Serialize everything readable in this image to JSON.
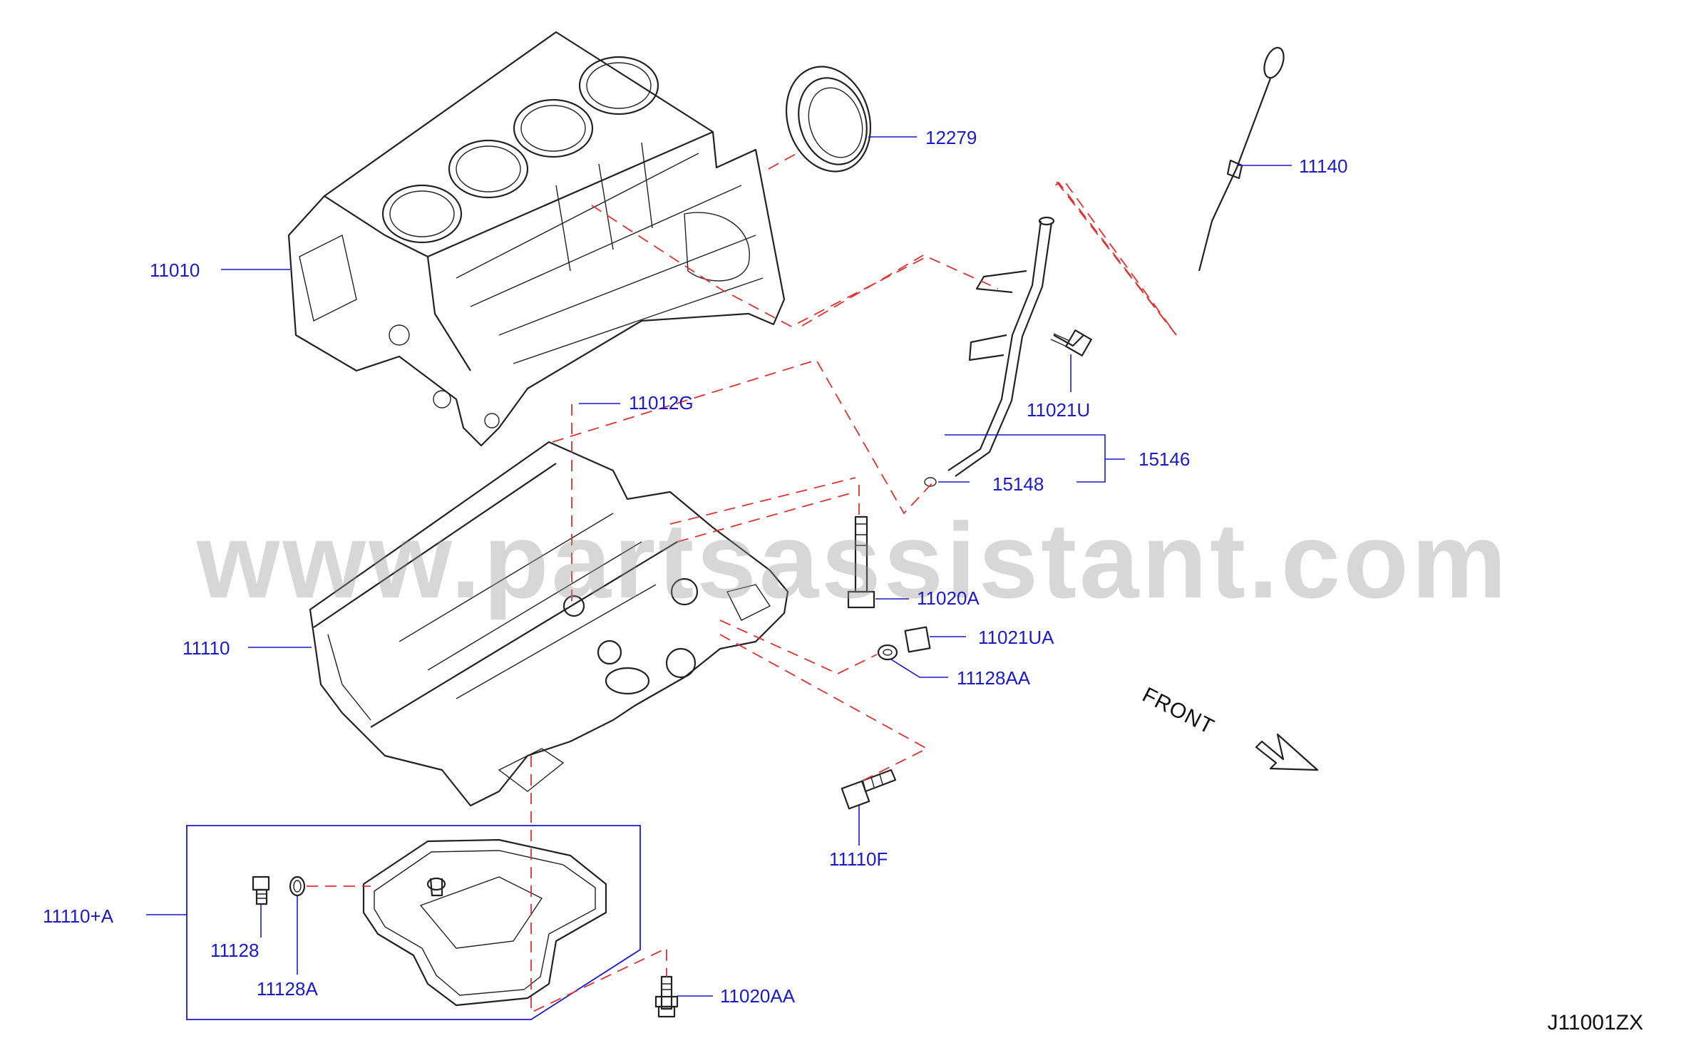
{
  "watermark": "www.partsassistant.com",
  "diagram_code": "J11001ZX",
  "direction_label": "FRONT",
  "labels": {
    "p11010": "11010",
    "p12279": "12279",
    "p11140": "11140",
    "p11021U": "11021U",
    "p11012G": "11012G",
    "p15146": "15146",
    "p15148": "15148",
    "p11020A": "11020A",
    "p11021UA": "11021UA",
    "p11128AA": "11128AA",
    "p11110": "11110",
    "p11110F": "11110F",
    "p11110A": "11110+A",
    "p11128": "11128",
    "p11128A": "11128A",
    "p11020AA": "11020AA"
  },
  "colors": {
    "label_blue": "#1a1acc",
    "leader_dash_red": "#e23030",
    "line_art": "#222222"
  }
}
